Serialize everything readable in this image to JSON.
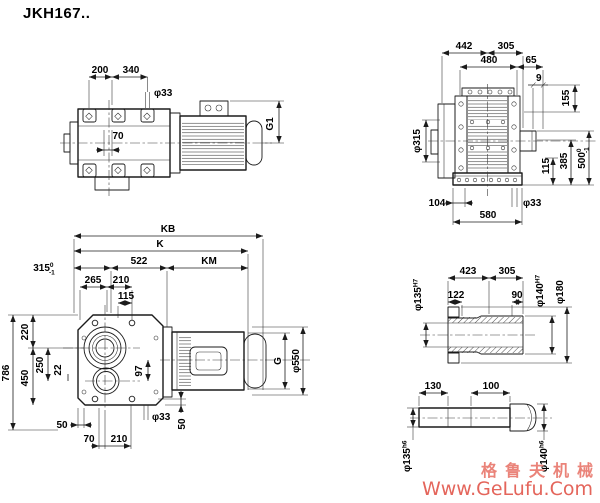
{
  "title": "JKH167..",
  "top_view": {
    "d200": "200",
    "d340": "340",
    "phi33": "φ33",
    "d70": "70",
    "g1": "G1"
  },
  "front_view": {
    "d442": "442",
    "d305": "305",
    "d480": "480",
    "d65": "65",
    "d9": "9",
    "d155": "155",
    "phi315": "φ315",
    "d115": "115",
    "d385": "385",
    "d500": "500",
    "tol_sup": "0",
    "tol_sub": "-1",
    "d104": "104",
    "phi33": "φ33",
    "d580": "580"
  },
  "side_view": {
    "kb": "KB",
    "k": "K",
    "d315": "315",
    "tol_sup": "0",
    "tol_sub": "-1",
    "d522": "522",
    "km": "KM",
    "d265": "265",
    "d210": "210",
    "d115": "115",
    "d786": "786",
    "d220": "220",
    "d450": "450",
    "d250": "250",
    "d22": "22",
    "d97": "97",
    "g": "G",
    "phi550": "φ550",
    "d50_left": "50",
    "d70": "70",
    "d210_bottom": "210",
    "phi33": "φ33",
    "d50_right": "50"
  },
  "hollow_shaft": {
    "d423": "423",
    "d305": "305",
    "d122": "122",
    "d90": "90",
    "phi135": "φ135",
    "phi135_tol": "H7",
    "phi140": "φ140",
    "phi140_tol": "H7",
    "phi180": "φ180"
  },
  "solid_shaft": {
    "d130": "130",
    "d100": "100",
    "phi135": "φ135",
    "phi135_tol": "h6",
    "phi140": "φ140",
    "phi140_tol": "h6"
  },
  "watermark": {
    "brand": "格鲁夫机械",
    "url": "Www.GeLufu.Com"
  }
}
